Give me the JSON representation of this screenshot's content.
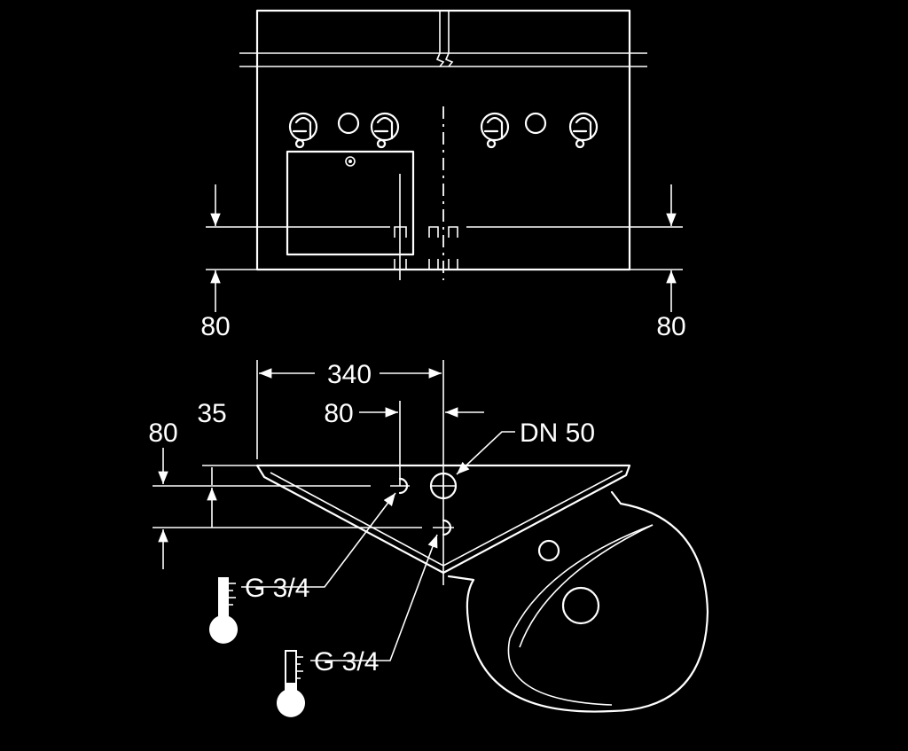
{
  "front_view": {
    "dim_left": "80",
    "dim_right": "80"
  },
  "top_view": {
    "dim_width": "340",
    "dim_offset": "80",
    "dim_depth_a": "35",
    "dim_depth_b": "80",
    "drain_label": "DN 50",
    "hot_label": "G 3/4",
    "cold_label": "G 3/4"
  },
  "icons": {
    "hot_supply": "thermometer-icon",
    "cold_supply": "thermometer-icon"
  }
}
